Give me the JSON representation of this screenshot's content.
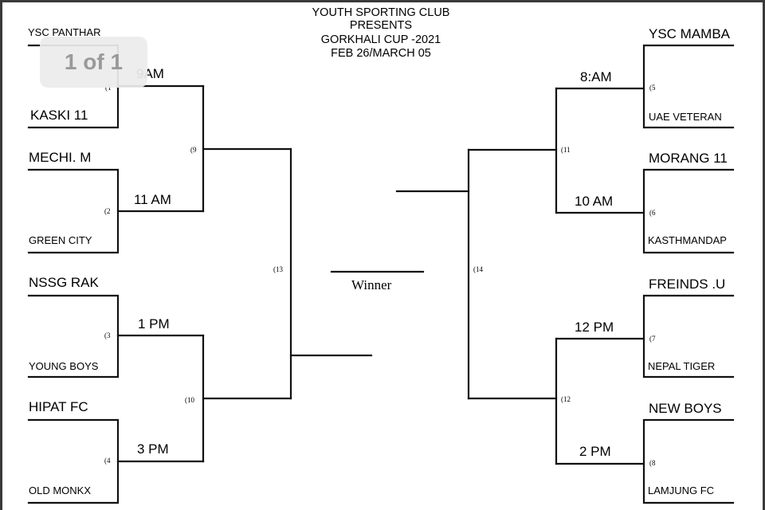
{
  "header": {
    "line1": "YOUTH SPORTING CLUB",
    "line2": "PRESENTS",
    "line3": "GORKHALI CUP -2021",
    "line4": "FEB 26/MARCH 05"
  },
  "page_indicator": "1 of 1",
  "left": {
    "teams": [
      "YSC PANTHAR",
      "KASKI 11",
      "MECHI. M",
      "GREEN CITY",
      "NSSG RAK",
      "YOUNG BOYS",
      "HIPAT FC",
      "OLD MONKX"
    ],
    "times": [
      "9AM",
      "11 AM",
      "1 PM",
      "3 PM"
    ],
    "match_numbers": [
      "(1",
      "(2",
      "(3",
      "(4",
      "(9",
      "(10",
      "(13"
    ]
  },
  "right": {
    "teams": [
      "YSC MAMBA",
      "UAE VETERAN",
      "MORANG 11",
      "KASTHMANDAP",
      "FREINDS .U",
      "NEPAL TIGER",
      "NEW BOYS",
      "LAMJUNG FC"
    ],
    "times": [
      "8:AM",
      "10 AM",
      "12 PM",
      "2 PM"
    ],
    "match_numbers": [
      "(5",
      "(6",
      "(7",
      "(8",
      "(11",
      "(12",
      "(14"
    ]
  },
  "winner_label": "Winner"
}
